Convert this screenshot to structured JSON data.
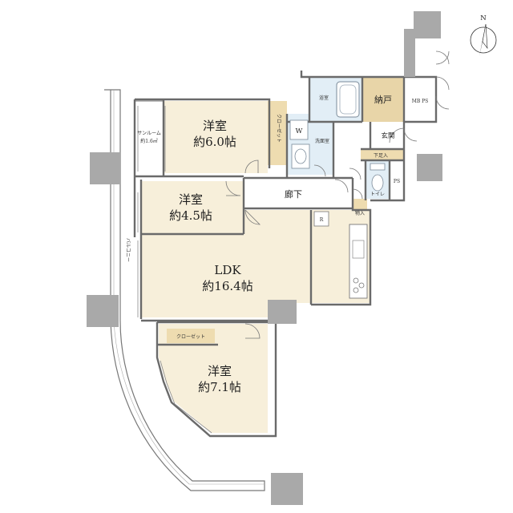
{
  "colors": {
    "room_fill": "#f7efda",
    "closet_fill": "#eedcb0",
    "storage_fill": "#e8d5a8",
    "wet_fill": "#e2eef6",
    "corridor_fill": "#ffffff",
    "wall": "#6a6a6a",
    "pillar": "#a9a9a9"
  },
  "compass": {
    "label": "N"
  },
  "rooms": {
    "western_a": {
      "name": "洋室",
      "size": "約6.0帖"
    },
    "western_b": {
      "name": "洋室",
      "size": "約4.5帖"
    },
    "ldk": {
      "name": "LDK",
      "size": "約16.4帖"
    },
    "western_c": {
      "name": "洋室",
      "size": "約7.1帖"
    },
    "storage_room": {
      "name": "納戸"
    },
    "bath": {
      "name": "浴室"
    },
    "washroom": {
      "name": "洗面室"
    },
    "washer": {
      "name": "W"
    },
    "entrance": {
      "name": "玄関"
    },
    "shoe_storage": {
      "name": "下足入"
    },
    "toilet": {
      "name": "トイレ"
    },
    "ps": {
      "name": "PS"
    },
    "mbps": {
      "name": "MB PS"
    },
    "corridor": {
      "name": "廊下"
    },
    "storage_small": {
      "name": "物入"
    },
    "fridge": {
      "name": "R"
    },
    "closet_a": {
      "name": "クローゼット"
    },
    "closet_c": {
      "name": "クローゼット"
    },
    "sunroom": {
      "name": "サンルーム",
      "size": "約1.6㎡"
    },
    "balcony": {
      "name": "バルコニー"
    }
  }
}
